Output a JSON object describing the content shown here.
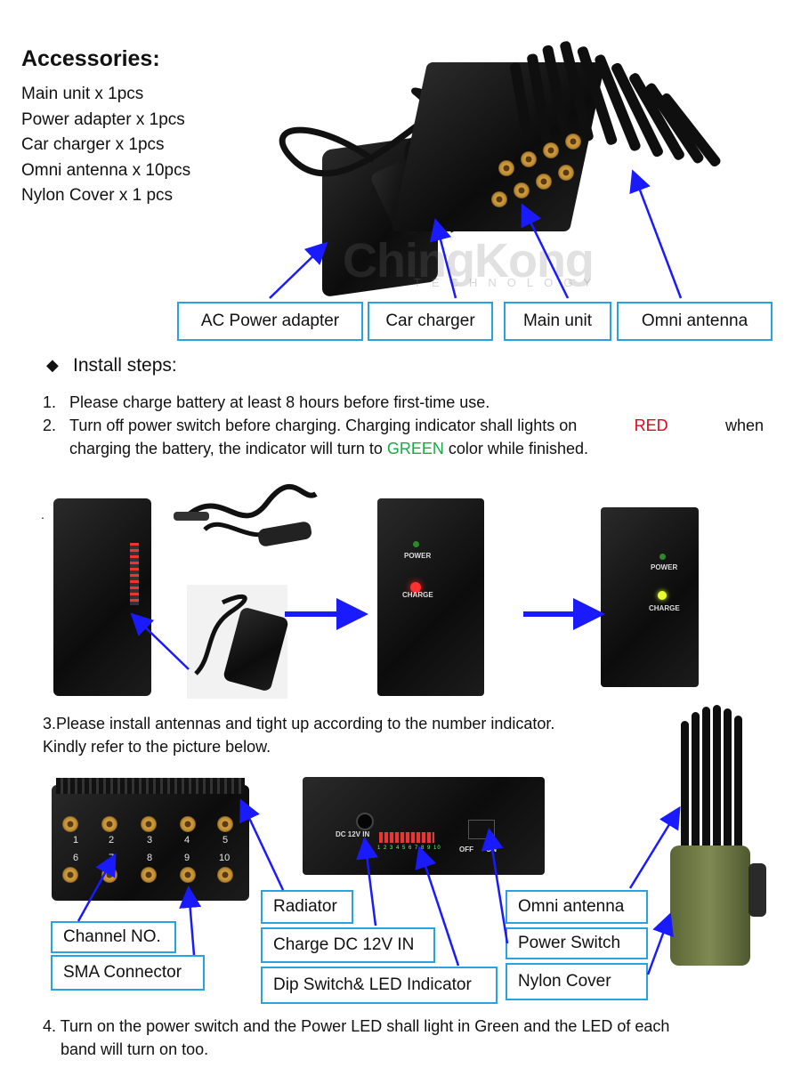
{
  "accessories": {
    "heading": "Accessories:",
    "items": [
      "Main unit x 1pcs",
      "Power adapter x 1pcs",
      "Car charger x 1pcs",
      "Omni antenna x 10pcs",
      "Nylon Cover x 1 pcs"
    ]
  },
  "labels_top": {
    "ac_adapter": "AC Power adapter",
    "car_charger": "Car charger",
    "main_unit": "Main unit",
    "omni_antenna": "Omni antenna"
  },
  "install": {
    "bullet": "◆",
    "title": "Install steps:",
    "step1_num": "1.",
    "step1": "Please charge battery at least 8 hours before first-time use.",
    "step2_num": "2.",
    "step2_a": "Turn off power switch before charging. Charging indicator shall lights on",
    "step2_red": "RED",
    "step2_b": "when",
    "step2_c": "charging the battery, the indicator will turn to",
    "step2_green": "GREEN",
    "step2_d": "color while finished.",
    "dot": "."
  },
  "device_labels": {
    "power": "POWER",
    "charge": "CHARGE",
    "dc_in": "DC 12V IN",
    "off": "OFF",
    "on": "ON",
    "dip_numbers": "1 2 3 4 5 6 7 8 9 10"
  },
  "step3": {
    "line1": "3.Please install antennas and tight up according to the number indicator.",
    "line2": "Kindly refer to the picture below."
  },
  "channels": [
    "1",
    "2",
    "3",
    "4",
    "5",
    "6",
    "7",
    "8",
    "9",
    "10"
  ],
  "labels_bottom": {
    "radiator": "Radiator",
    "channel_no": "Channel NO.",
    "sma": "SMA Connector",
    "charge_dc": "Charge DC 12V IN",
    "dip": "Dip Switch& LED Indicator",
    "omni": "Omni antenna",
    "power_switch": "Power Switch",
    "nylon": "Nylon Cover"
  },
  "step4": {
    "line1": "4. Turn on the power switch and the Power LED shall light in Green and the LED of each",
    "line2": "band will turn on too."
  },
  "watermark": {
    "brand": "ChingKong",
    "sub": "TECHNOLOGY"
  },
  "colors": {
    "arrow": "#1a1aff",
    "label_border": "#29a3e0",
    "red_text": "#e8001c",
    "green_text": "#1aa844"
  }
}
